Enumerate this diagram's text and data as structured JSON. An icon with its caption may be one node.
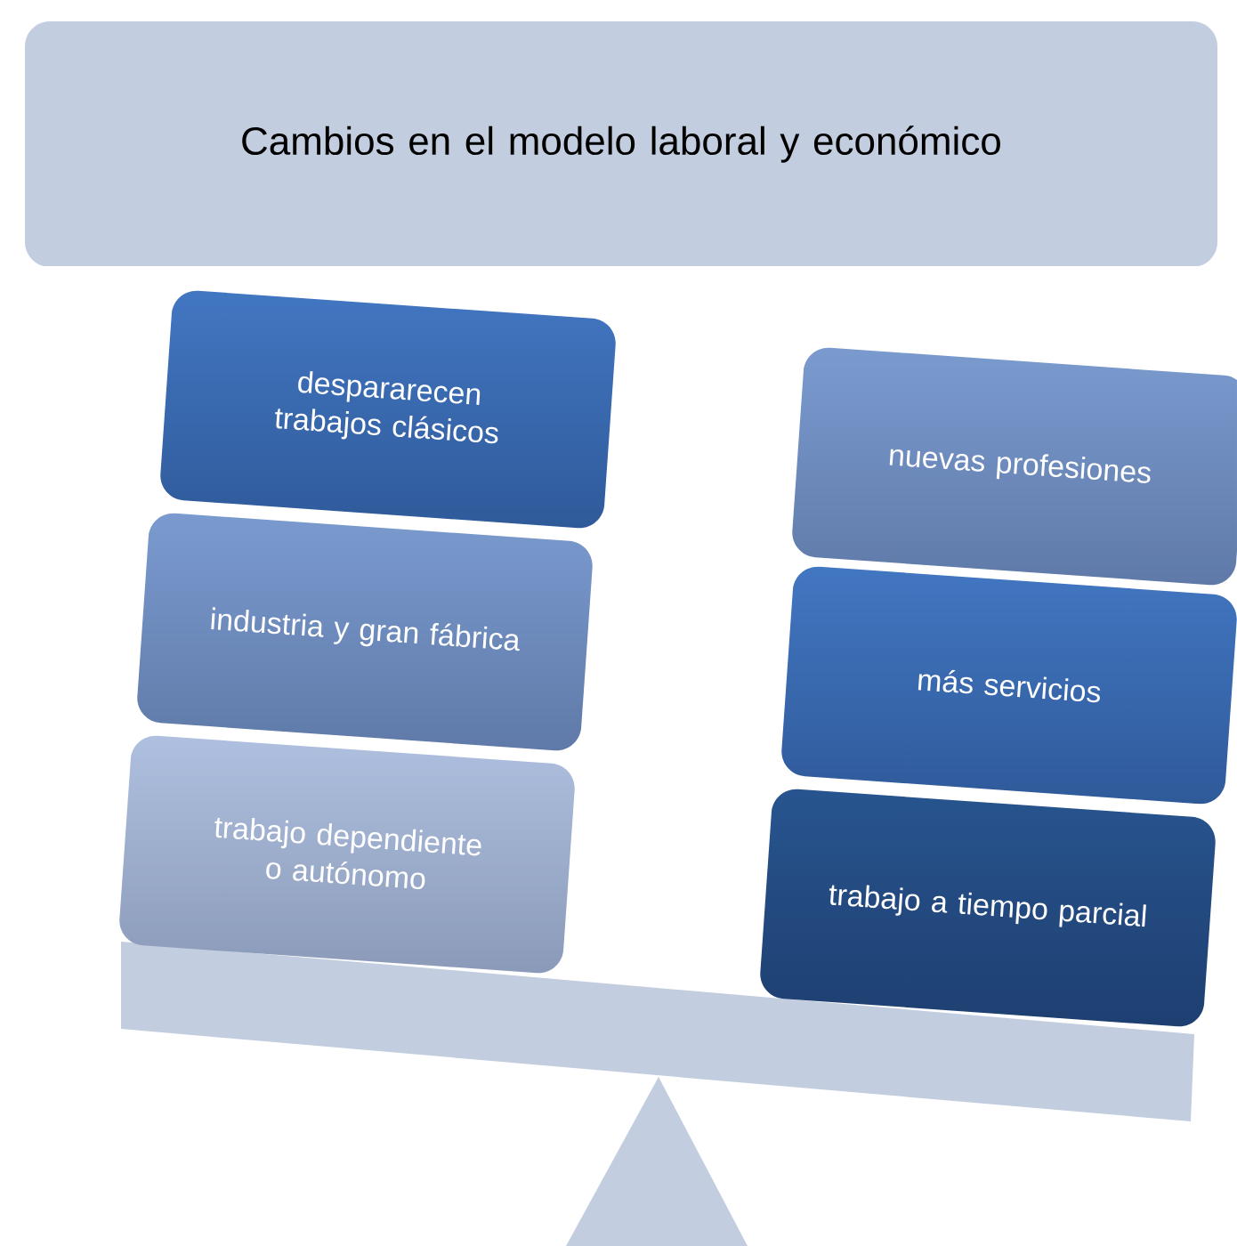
{
  "diagram": {
    "nodes": [
      {
        "text": [
          "Cambios en el modelo laboral y económico"
        ]
      },
      {
        "text": [
          "despararecen trabajos clásicos"
        ]
      },
      {
        "text": [
          "industria y gran fábrica"
        ]
      },
      {
        "text": [
          "trabajo dependiente o autónomo"
        ]
      },
      {
        "text": [
          "nuevas profesiones"
        ]
      },
      {
        "text": [
          "más servicios"
        ]
      },
      {
        "text": [
          "trabajo a tiempo parcial"
        ]
      }
    ]
  }
}
